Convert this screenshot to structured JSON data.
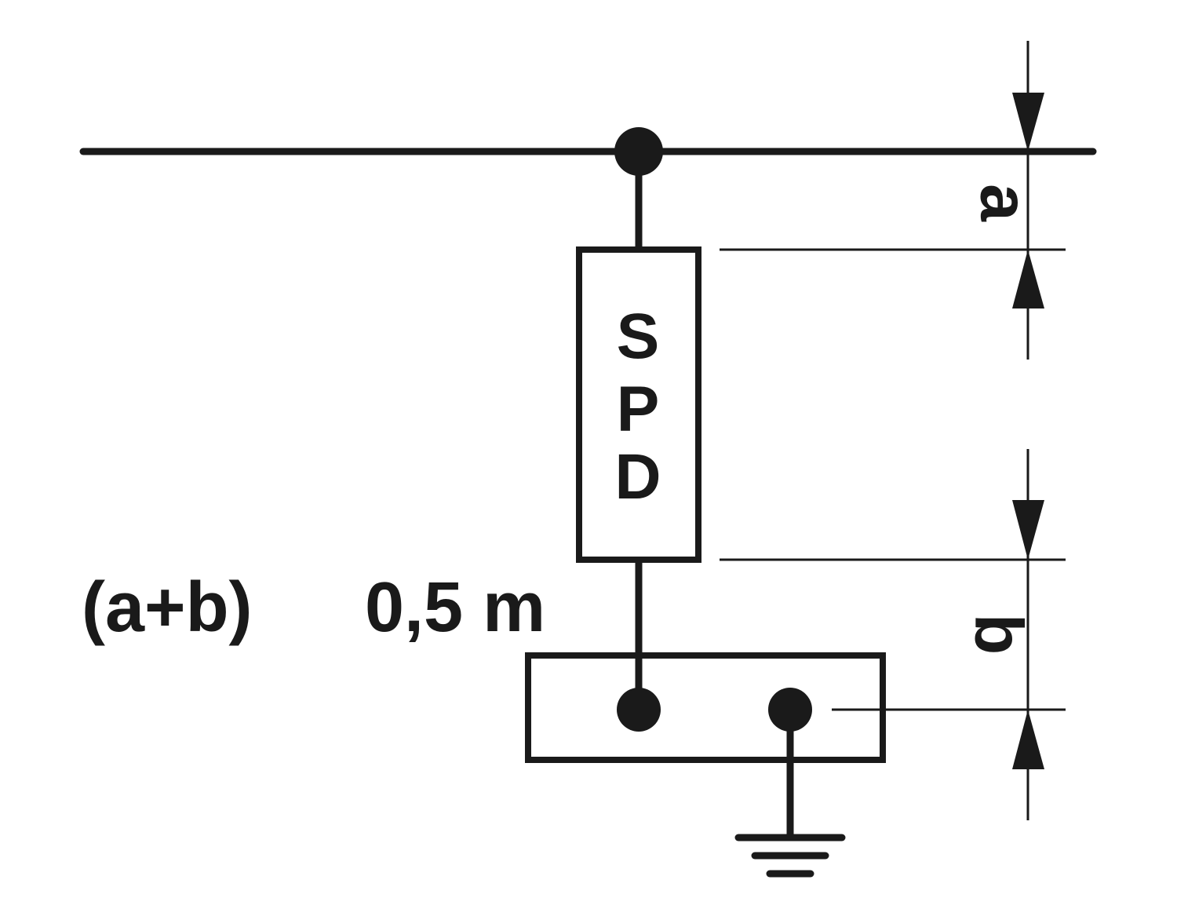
{
  "spd_box": {
    "letters": [
      "S",
      "P",
      "D"
    ]
  },
  "dimensions": {
    "a_label": "a",
    "b_label": "b"
  },
  "formula": {
    "expression": "(a+b)",
    "value": "0,5 m"
  },
  "colors": {
    "ink": "#1a1a1a",
    "background": "#ffffff"
  }
}
